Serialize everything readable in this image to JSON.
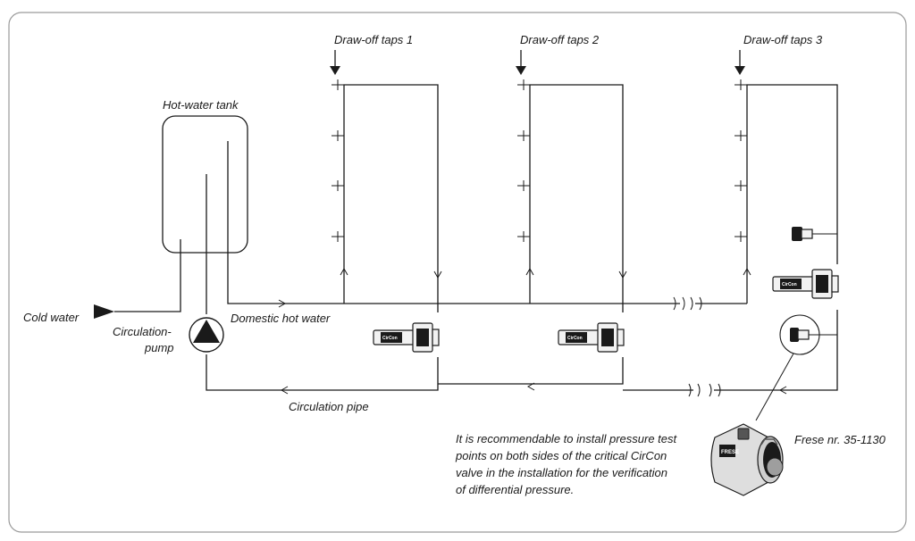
{
  "labels": {
    "taps1": "Draw-off taps 1",
    "taps2": "Draw-off taps 2",
    "taps3": "Draw-off taps 3",
    "tank": "Hot-water tank",
    "cold_water": "Cold water",
    "pump_line1": "Circulation-",
    "pump_line2": "pump",
    "domestic_hot_water": "Domestic hot water",
    "circulation_pipe": "Circulation pipe",
    "frese": "Frese nr. 35-1130",
    "note_line1": "It is recommendable to install pressure test",
    "note_line2": "points on both sides of the critical CirCon",
    "note_line3": "valve in the installation for the verification",
    "note_line4": "of differential pressure.",
    "valve_brand": "CirCon",
    "detail_badge": "FRESE"
  },
  "colors": {
    "line": "#1a1a1a",
    "frame": "#9a9a9a",
    "valve_fill": "#f2f2f2"
  }
}
